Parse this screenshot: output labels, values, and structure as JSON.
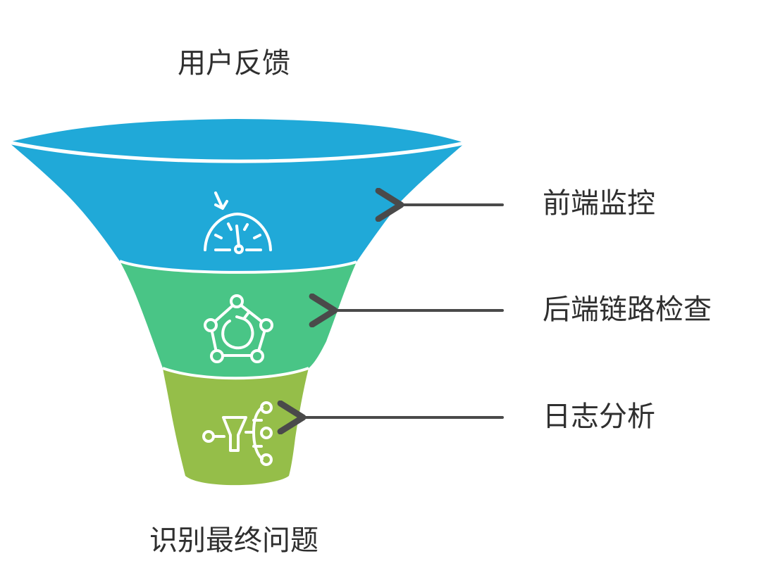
{
  "diagram": {
    "title": "用户反馈",
    "result": "识别最终问题",
    "stages": [
      {
        "label": "前端监控",
        "color": "#20A9D8",
        "icon": "dashboard-icon"
      },
      {
        "label": "后端链路检查",
        "color": "#49C586",
        "icon": "network-refresh-icon"
      },
      {
        "label": "日志分析",
        "color": "#95BE49",
        "icon": "filter-branch-icon"
      }
    ]
  }
}
